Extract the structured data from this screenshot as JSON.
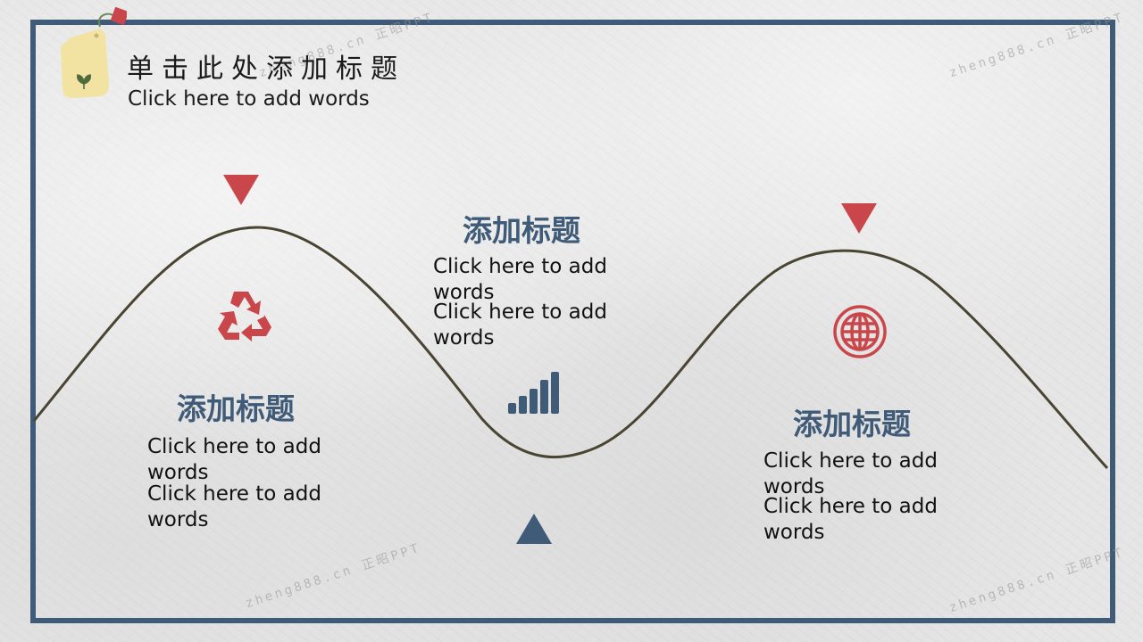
{
  "slide": {
    "title": "单击此处添加标题",
    "subtitle": "Click here to add words"
  },
  "sections": [
    {
      "heading": "添加标题",
      "text1": "Click here to add words",
      "text2": "Click here to add words",
      "icon": "recycle-icon",
      "marker": "triangle-down"
    },
    {
      "heading": "添加标题",
      "text1": "Click here to add words",
      "text2": "Click here to add words",
      "icon": "bar-signal-icon",
      "marker": "triangle-up"
    },
    {
      "heading": "添加标题",
      "text1": "Click here to add words",
      "text2": "Click here to add words",
      "icon": "globe-icon",
      "marker": "triangle-down"
    }
  ],
  "watermarks": [
    "zheng888.cn 正昭PPT",
    "zheng888.cn 正昭PPT",
    "zheng888.cn 正昭PPT",
    "zheng888.cn 正昭PPT"
  ],
  "colors": {
    "frame": "#3f5b78",
    "accent_red": "#c9464a",
    "wave": "#4a4532",
    "heading": "#3f5b78"
  }
}
